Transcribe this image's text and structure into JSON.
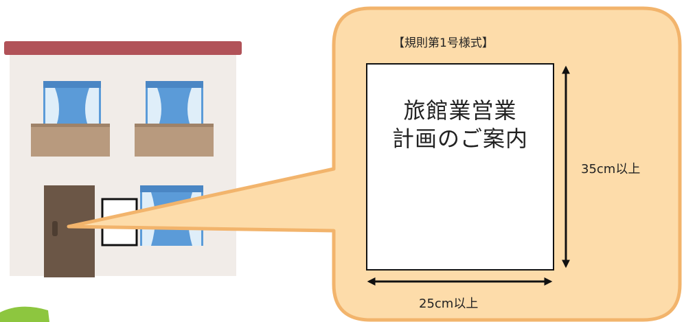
{
  "sign": {
    "form_label": "【規則第1号様式】",
    "title_line1": "旅館業営業",
    "title_line2": "計画のご案内",
    "height_label": "35cm以上",
    "width_label": "25cm以上"
  },
  "colors": {
    "callout_fill": "#fddcaa",
    "callout_stroke": "#f2b46c",
    "roof": "#b15258",
    "wall": "#f1ece8",
    "window_blue": "#5b9bd8",
    "curtain_light": "#dfeef9",
    "balcony": "#b89a7e",
    "door": "#6b5646",
    "corner_green": "#8dc63f"
  },
  "icons": [
    "house-illustration",
    "double-arrow-vertical-icon",
    "double-arrow-horizontal-icon"
  ]
}
